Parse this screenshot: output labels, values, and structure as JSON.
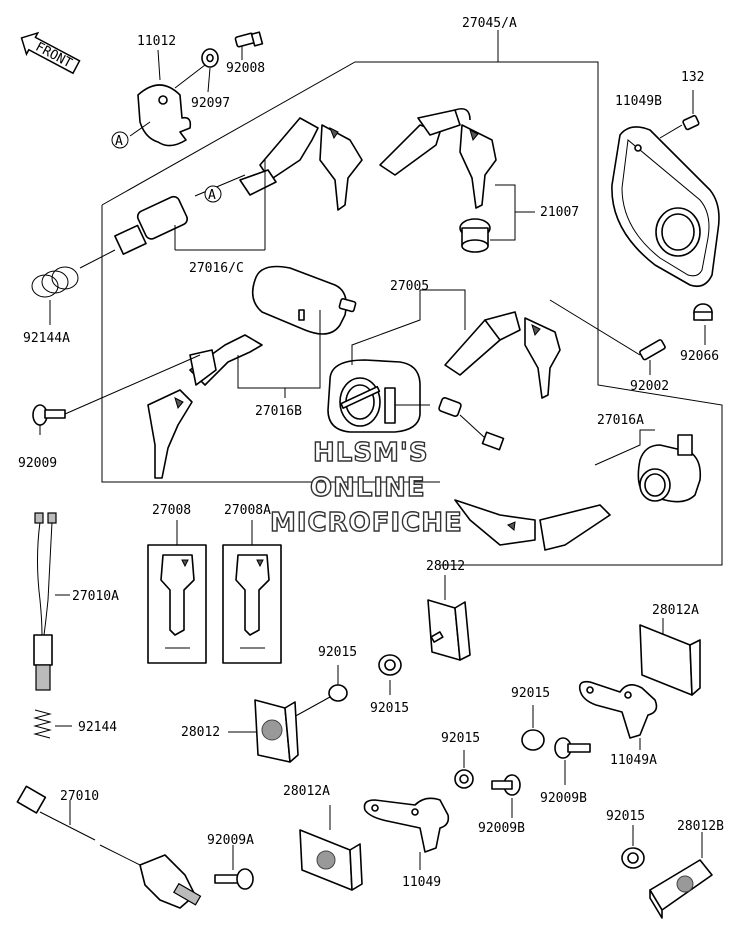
{
  "front_label": "FRONT",
  "callout_letter": "A",
  "watermark": [
    "HLSM'S",
    "ONLINE",
    "MICROFICHE"
  ],
  "labels": {
    "l11012": "11012",
    "l27045": "27045/A",
    "l92008": "92008",
    "l92097": "92097",
    "l132": "132",
    "l11049B": "11049B",
    "l21007": "21007",
    "l27016C": "27016/C",
    "l92144A": "92144A",
    "l27005": "27005",
    "l92066": "92066",
    "l92002": "92002",
    "l27016B": "27016B",
    "l92009": "92009",
    "l27016A": "27016A",
    "l27008": "27008",
    "l27008A": "27008A",
    "l28012top": "28012",
    "l27010A": "27010A",
    "l28012A_r": "28012A",
    "l92015_a": "92015",
    "l92015_b": "92015",
    "l28012_mid": "28012",
    "l92015_c": "92015",
    "l11049A": "11049A",
    "l92144": "92144",
    "l92009B_r": "92009B",
    "l92015_d": "92015",
    "l27010": "27010",
    "l28012A_b": "28012A",
    "l92009B_m": "92009B",
    "l92009A": "92009A",
    "l92015_e": "92015",
    "l28012B": "28012B",
    "l11049": "11049"
  }
}
